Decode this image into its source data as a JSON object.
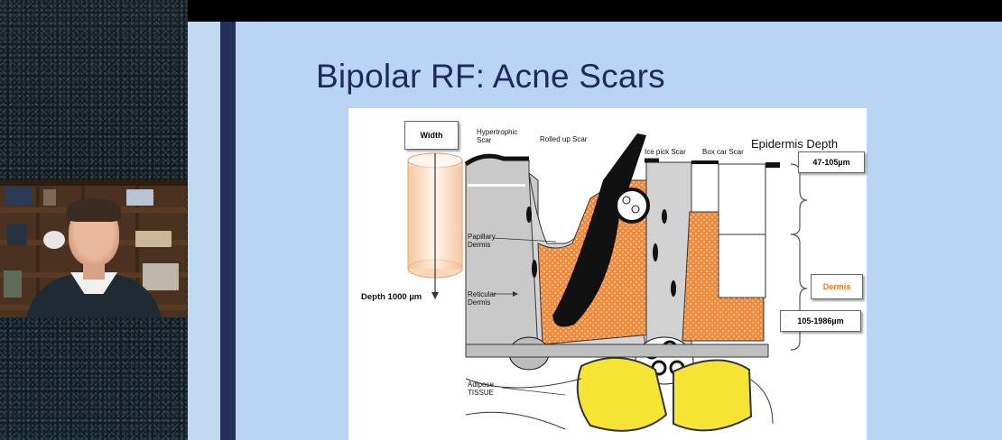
{
  "slide": {
    "title": "Bipolar RF: Acne Scars"
  },
  "diagram": {
    "width_label": "Width",
    "depth_label": "Depth  1000 µm",
    "hypertrophic_label": "Hypertrophic\nScar",
    "rolled_label": "Rolled up Scar",
    "icepick_label": "Ice pick  Scar",
    "boxcar_label": "Box car Scar",
    "epidermis_depth_label": "Epidermis Depth",
    "epidermis_value": "47-105µm",
    "dermis_label": "Dermis",
    "dermis_value": "105-1986µm",
    "papillary_label": "Papillary\nDermis",
    "reticular_label": "Reticular\nDermis",
    "adipose_label": "Adipose\nTISSUE"
  },
  "colors": {
    "slide_bg": "#b9d5f3",
    "title_color": "#1e2a5a",
    "dermis_orange": "#ef8b3c",
    "adipose_yellow": "#f6e534",
    "dermis_text": "#e87a1c"
  }
}
